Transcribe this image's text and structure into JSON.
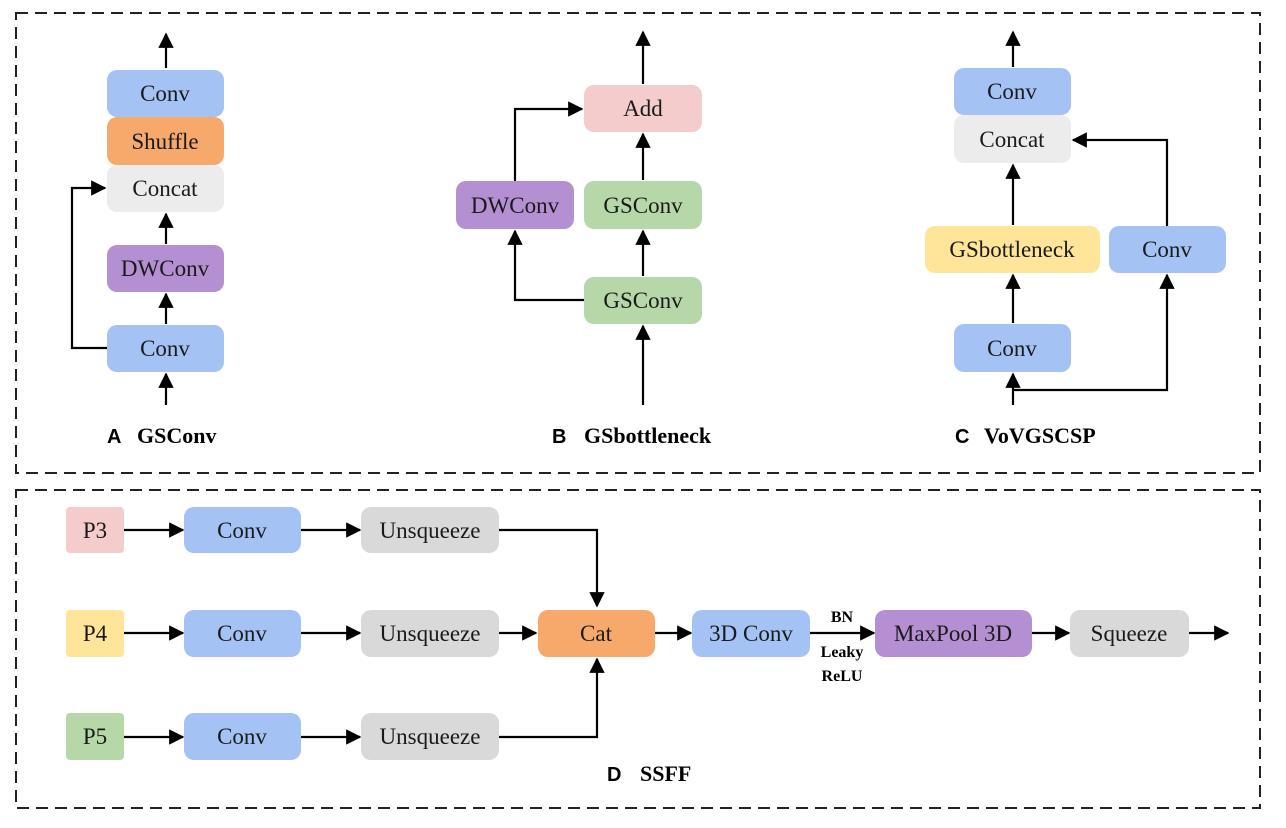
{
  "colors": {
    "blue": "#a4c2f4",
    "orange": "#f6a96b",
    "light_gray": "#ececec",
    "purple": "#b48fd1",
    "pink": "#f4cccc",
    "green": "#b6d7a8",
    "yellow": "#ffe599",
    "gray": "#d9d9d9"
  },
  "panel_a": {
    "letter": "A",
    "name": "GSConv",
    "blocks": [
      "Conv",
      "Shuffle",
      "Concat",
      "DWConv",
      "Conv"
    ]
  },
  "panel_b": {
    "letter": "B",
    "name": "GSbottleneck",
    "blocks": [
      "Add",
      "DWConv",
      "GSConv",
      "GSConv"
    ]
  },
  "panel_c": {
    "letter": "C",
    "name": "VoVGSCSP",
    "blocks": [
      "Conv",
      "Concat",
      "GSbottleneck",
      "Conv",
      "Conv"
    ]
  },
  "panel_d": {
    "letter": "D",
    "name": "SSFF",
    "inputs": [
      "P3",
      "P4",
      "P5"
    ],
    "conv": "Conv",
    "unsqueeze": "Unsqueeze",
    "cat": "Cat",
    "conv3d": "3D Conv",
    "bn": "BN",
    "leaky": "Leaky",
    "relu": "ReLU",
    "maxpool": "MaxPool 3D",
    "squeeze": "Squeeze"
  }
}
